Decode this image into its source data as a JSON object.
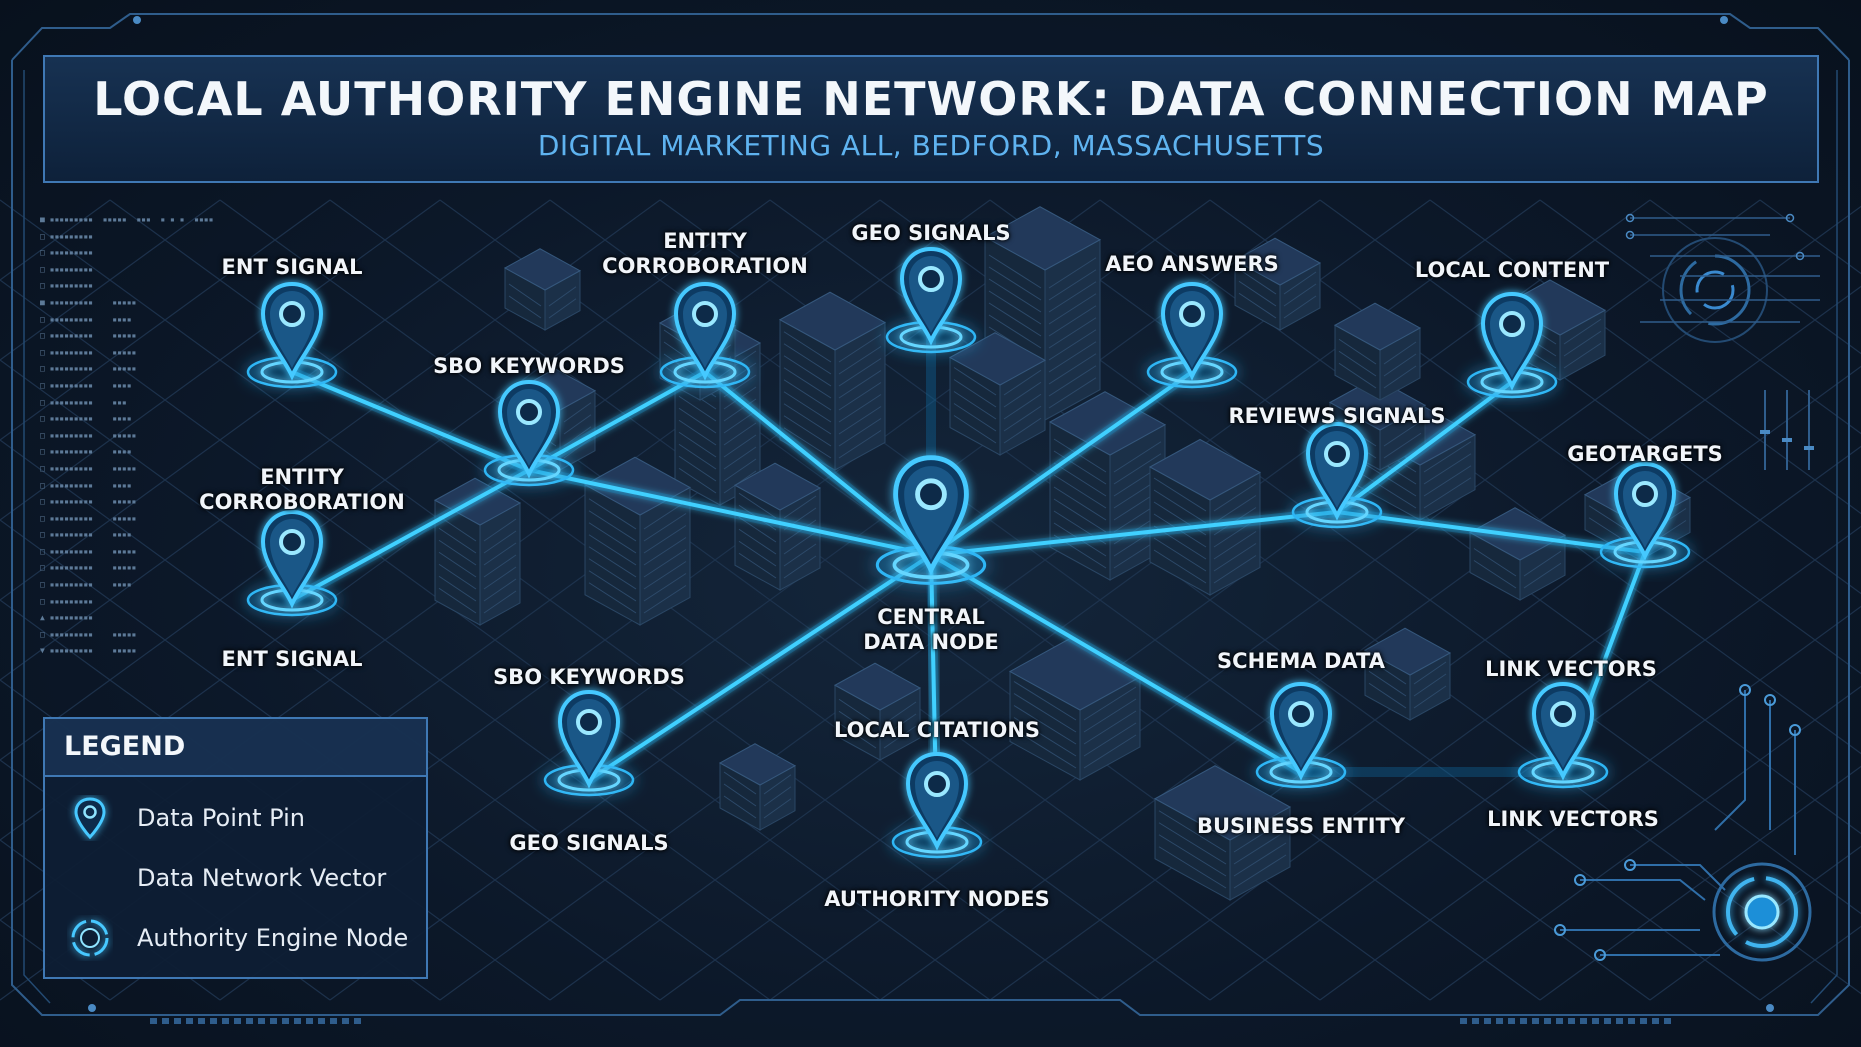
{
  "header": {
    "title": "LOCAL AUTHORITY ENGINE NETWORK: DATA CONNECTION MAP",
    "subtitle": "DIGITAL MARKETING ALL, BEDFORD, MASSACHUSETTS"
  },
  "pins": [
    {
      "id": "ent-signal-top",
      "label": "ENT SIGNAL"
    },
    {
      "id": "sbo-keywords-top",
      "label": "SBO KEYWORDS"
    },
    {
      "id": "entity-corroboration-top",
      "label": "ENTITY\nCORROBORATION"
    },
    {
      "id": "geo-signals-top",
      "label": "GEO SIGNALS"
    },
    {
      "id": "aeo-answers",
      "label": "AEO ANSWERS"
    },
    {
      "id": "local-content",
      "label": "LOCAL CONTENT"
    },
    {
      "id": "reviews-signals",
      "label": "REVIEWS SIGNALS"
    },
    {
      "id": "geotargets",
      "label": "GEOTARGETS"
    },
    {
      "id": "entity-corroboration-left",
      "label": "ENTITY\nCORROBORATION"
    },
    {
      "id": "ent-signal-bottom",
      "label": "ENT SIGNAL"
    },
    {
      "id": "central-data-node",
      "label": "CENTRAL\nDATA NODE"
    },
    {
      "id": "sbo-keywords-bottom",
      "label": "SBO KEYWORDS"
    },
    {
      "id": "geo-signals-bottom",
      "label": "GEO SIGNALS"
    },
    {
      "id": "local-citations",
      "label": "LOCAL CITATIONS"
    },
    {
      "id": "authority-nodes",
      "label": "AUTHORITY NODES"
    },
    {
      "id": "schema-data",
      "label": "SCHEMA DATA"
    },
    {
      "id": "business-entity",
      "label": "BUSINESS ENTITY"
    },
    {
      "id": "link-vectors-top",
      "label": "LINK VECTORS"
    },
    {
      "id": "link-vectors-bottom",
      "label": "LINK VECTORS"
    }
  ],
  "legend": {
    "title": "LEGEND",
    "items": [
      {
        "icon": "map-pin-icon",
        "label": "Data Point Pin"
      },
      {
        "icon": "vector-line-icon",
        "label": "Data Network Vector"
      },
      {
        "icon": "authority-node-icon",
        "label": "Authority Engine Node"
      }
    ]
  },
  "colors": {
    "background": "#0a1524",
    "accent": "#3fd0ff",
    "frame": "#3f78b4",
    "subtitle": "#5fb3f0",
    "label": "#f1f5fa"
  }
}
